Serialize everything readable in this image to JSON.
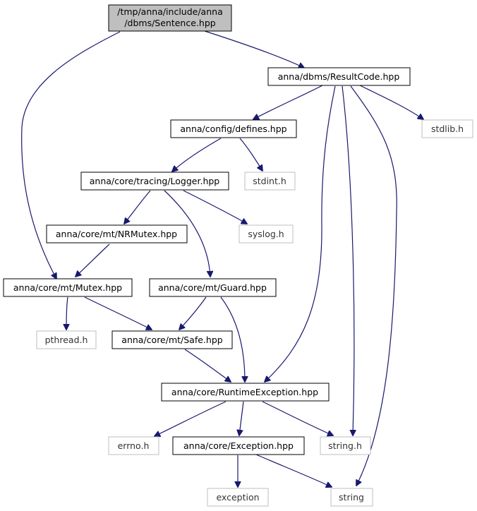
{
  "colors": {
    "edge": "#191970",
    "root_fill": "#bfbfbf",
    "node_border": "#000000",
    "system_border": "#bfbfbf"
  },
  "nodes": {
    "sentence": {
      "lines": [
        "/tmp/anna/include/anna",
        "/dbms/Sentence.hpp"
      ],
      "kind": "root"
    },
    "resultcode": {
      "lines": [
        "anna/dbms/ResultCode.hpp"
      ],
      "kind": "header"
    },
    "stdlib": {
      "lines": [
        "stdlib.h"
      ],
      "kind": "system"
    },
    "defines": {
      "lines": [
        "anna/config/defines.hpp"
      ],
      "kind": "header"
    },
    "stdint": {
      "lines": [
        "stdint.h"
      ],
      "kind": "system"
    },
    "logger": {
      "lines": [
        "anna/core/tracing/Logger.hpp"
      ],
      "kind": "header"
    },
    "nrmutex": {
      "lines": [
        "anna/core/mt/NRMutex.hpp"
      ],
      "kind": "header"
    },
    "syslog": {
      "lines": [
        "syslog.h"
      ],
      "kind": "system"
    },
    "mutex": {
      "lines": [
        "anna/core/mt/Mutex.hpp"
      ],
      "kind": "header"
    },
    "guard": {
      "lines": [
        "anna/core/mt/Guard.hpp"
      ],
      "kind": "header"
    },
    "pthread": {
      "lines": [
        "pthread.h"
      ],
      "kind": "system"
    },
    "safe": {
      "lines": [
        "anna/core/mt/Safe.hpp"
      ],
      "kind": "header"
    },
    "runtime": {
      "lines": [
        "anna/core/RuntimeException.hpp"
      ],
      "kind": "header"
    },
    "errno": {
      "lines": [
        "errno.h"
      ],
      "kind": "system"
    },
    "exception_hpp": {
      "lines": [
        "anna/core/Exception.hpp"
      ],
      "kind": "header"
    },
    "stringh": {
      "lines": [
        "string.h"
      ],
      "kind": "system"
    },
    "exception": {
      "lines": [
        "exception"
      ],
      "kind": "system"
    },
    "string": {
      "lines": [
        "string"
      ],
      "kind": "system"
    }
  },
  "edges": [
    [
      "sentence",
      "resultcode"
    ],
    [
      "sentence",
      "mutex"
    ],
    [
      "resultcode",
      "defines"
    ],
    [
      "resultcode",
      "stdlib"
    ],
    [
      "resultcode",
      "runtime"
    ],
    [
      "resultcode",
      "stringh"
    ],
    [
      "resultcode",
      "string"
    ],
    [
      "defines",
      "logger"
    ],
    [
      "defines",
      "stdint"
    ],
    [
      "logger",
      "nrmutex"
    ],
    [
      "logger",
      "syslog"
    ],
    [
      "logger",
      "guard"
    ],
    [
      "nrmutex",
      "mutex"
    ],
    [
      "mutex",
      "pthread"
    ],
    [
      "mutex",
      "safe"
    ],
    [
      "guard",
      "safe"
    ],
    [
      "guard",
      "runtime"
    ],
    [
      "safe",
      "runtime"
    ],
    [
      "runtime",
      "errno"
    ],
    [
      "runtime",
      "exception_hpp"
    ],
    [
      "runtime",
      "stringh"
    ],
    [
      "exception_hpp",
      "exception"
    ],
    [
      "exception_hpp",
      "string"
    ]
  ]
}
